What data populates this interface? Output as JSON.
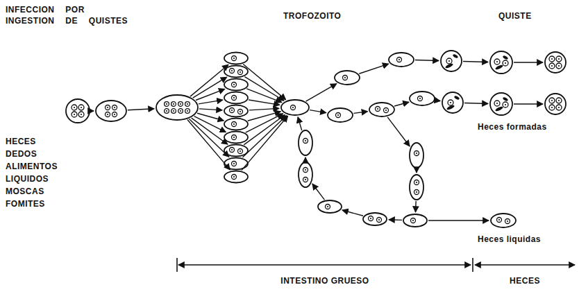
{
  "diagram": {
    "title": "INFECCION POR INGESTION DE QUISTES",
    "labels": [
      "TROFOZOITO",
      "QUISTE",
      "HECES",
      "DEDOS",
      "ALIMENTOS",
      "LIQUIDOS",
      "MOSCAS",
      "FOMITES",
      "Heces formadas",
      "Heces liquidas",
      "INTESTINO GRUESO",
      "HECES"
    ]
  }
}
